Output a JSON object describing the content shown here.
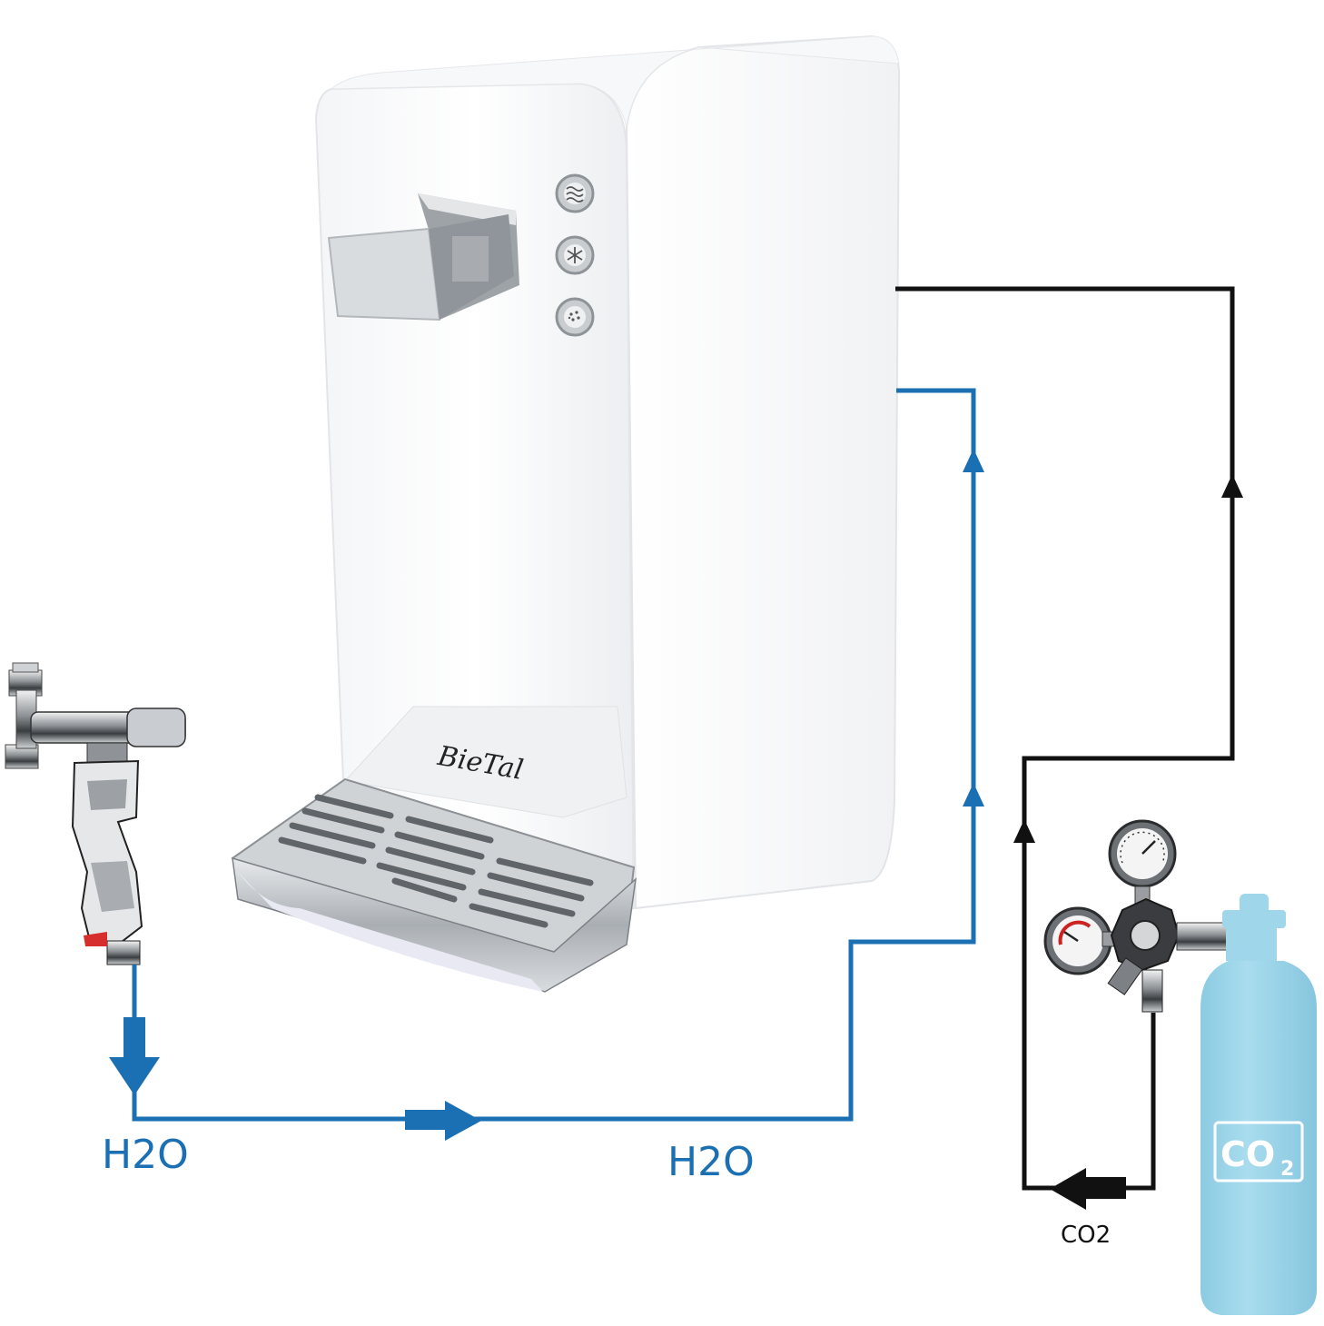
{
  "labels": {
    "water_source": "H2O",
    "water_line": "H2O",
    "co2_line": "CO2",
    "co2_bottle_main": "CO",
    "co2_bottle_sub": "2"
  },
  "device": {
    "brand": "BieTal"
  },
  "colors": {
    "water_line": "#1b6fb3",
    "co2_line": "#111111",
    "bottle": "#9fd6e9",
    "device_body": "#ffffff",
    "steel": "#bfc4c8"
  },
  "icons": {
    "button_1": "waves-icon",
    "button_2": "snowflake-icon",
    "button_3": "sparkling-icon"
  }
}
